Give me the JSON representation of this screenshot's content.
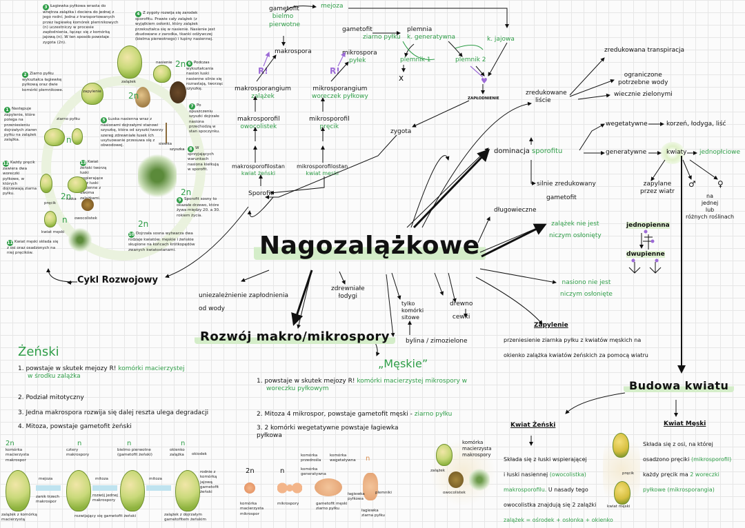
{
  "title": "Nagozalążkowe",
  "cycle": {
    "heading": "Cykl Rozwojowy",
    "steps": [
      {
        "n": "1",
        "text": "Następuje zapylenie, które polega na przeniesieniu dojrzałych ziaren pyłku na zalążek zalążka."
      },
      {
        "n": "2",
        "text": "Ziarno pyłku wykształca łagiewkę pyłkową oraz dwie komórki plemnikowe."
      },
      {
        "n": "3",
        "text": "Łagiewka pyłkowa wrasta do wnętrza zalążka i dociera do jednej z jego rodni. Jedna z transportowanych przez łagiewkę komórek plemnikowych (n) uczestniczy w procesie zapłodnienia, łącząc się z komórką jajową (n). W ten sposób powstaje zygota (2n)."
      },
      {
        "n": "4",
        "text": "Z zygoty rozwija się zarodek sporofitu. Prawie cały zalążek (z wyjątkiem osłonki, który zalążek przekształca się w nasienie. Nasienie jest zbudowane z zarodka, tkanki odżywczej (bielma pierwotnego) i łupiny nasiennej."
      },
      {
        "n": "5",
        "text": "Łuska nasienna wraz z nasionami dojrzałymi stanowi szyszkę, która od szyszki tworzy szereg zdrewniałe łusek ich usytuowanie przesuwa się z obwodowej."
      },
      {
        "n": "6",
        "text": "Podczas wykształcania nasion łuski nasienne silnie się rozrastają, tworząc szyszkę."
      },
      {
        "n": "7",
        "text": "Po opuszczeniu szyszki dojrzałe nasiona przechodzą w stan spoczynku."
      },
      {
        "n": "8",
        "text": "W sprzyjających warunkach nasiona kiełkują w sporofit."
      },
      {
        "n": "9",
        "text": "Sporofit sosny to okazałe drzewo, które żywa między 20. a 30. rokiem życia."
      },
      {
        "n": "10",
        "text": "Dojrzała sosna wytwarza dwa rodzaje kwiatów: męskie i żeńskie skupione na końcach krótkopędów zwanych kwiatostanami."
      },
      {
        "n": "11",
        "text": "Kwiat męski składa się z osi oraz osadzonych na niej pręcików."
      },
      {
        "n": "12",
        "text": "Każdy pręcik zawiera dwa woreczki pyłkowe, w których dojrzewają ziarna pyłku."
      },
      {
        "n": "13",
        "text": "Kwiat żeński tworzą łuski wspierające oraz łuski nasienne z dwoma zalążkami."
      }
    ],
    "labels": [
      "ziarno pyłku",
      "zapylenie",
      "zalążek",
      "nasienie",
      "szyszka",
      "siewka",
      "pręcik",
      "kwiat męski",
      "łuska",
      "owocolistek",
      "2n",
      "2n",
      "2n",
      "2n",
      "2n",
      "n",
      "n"
    ]
  },
  "gen": {
    "gametofit": "gametofit",
    "gametofit_sub": "bielmo pierwotne",
    "meiosis": "mejoza",
    "makrospora": "makrospora",
    "gametofit2": "gametofit",
    "gametofit2_sub": "ziarno pyłku",
    "mikrospora": "mikrospora",
    "mikrospora_sub": "pyłek",
    "plemnia": "plemnia",
    "plemnia_sub": "k. generatywna",
    "kjajowa": "k. jajowa",
    "plemnik1": "plemnik 1",
    "plemnik2": "plemnik 2",
    "x": "x",
    "R1": "R!",
    "R2": "R!",
    "makrosporangium": "makrosporangium",
    "makrosporangium_sub": "zalążek",
    "mikrosporangium": "mikrosporangium",
    "mikrosporangium_sub": "woreczek pyłkowy",
    "makrosporofil": "makrosporofil",
    "makrosporofil_sub": "owocolistek",
    "mikrosporofil": "mikrosporofil",
    "mikrosporofil_sub": "pręcik",
    "makrosporofilostan": "makrosporofilostan",
    "makrosporofilostan_sub": "kwiat żeński",
    "mikrosporofilostan": "mikrosporofilostan",
    "mikrosporofilostan_sub": "kwiat męski",
    "sporofit": "Sporofit",
    "zygota": "zygota",
    "zaplodnienie": "ZAPŁODNIENIE"
  },
  "right": {
    "zredukowane": "zredukowane",
    "lisci": "liście",
    "transpiracja": "zredukowana transpiracja",
    "ograniczone1": "ograniczone",
    "ograniczone2": "potrzebne wody",
    "wiecznie": "wiecznie zielonymi",
    "wegetatywne": "wegetatywne",
    "wegetatywne_res": "korzeń, łodyga, liść",
    "dominacja": "dominacja",
    "sporofitu": "sporofitu",
    "generatywne": "generatywne",
    "kwiaty": "kwiaty",
    "jednoplciowe": "jednopłciowe",
    "silnie": "silnie zredukowany",
    "gametofit": "gametofit",
    "zapylane1": "zapylane",
    "zapylane2": "przez wiatr",
    "na_jednej1": "na",
    "na_jednej2": "jednej",
    "na_jednej3": "lub",
    "na_jednej4": "różnych roślinach",
    "dlugowieczne": "długowieczne",
    "zalazek_nie1": "zalążek nie jest",
    "zalazek_nie2": "niczym osłonięty",
    "jednopienna": "jednopienna",
    "dwupienne": "dwupienne",
    "nasiono_nie1": "nasiono nie jest",
    "nasiono_nie2": "niczym osłonięte",
    "male": "♂",
    "female": "♀"
  },
  "bottom": {
    "niezaleznienie1": "uniezależnienie zapłodnienia",
    "niezaleznienie2": "od wody",
    "zdrewniale1": "zdrewniałe",
    "zdrewniale2": "łodygi",
    "tylko1": "tylko",
    "tylko2": "komórki",
    "tylko3": "sitowe",
    "drewno1": "drewno",
    "drewno2": "cewki",
    "bylina": "bylina / zimozielone",
    "zapylenie_h": "Zapylenie",
    "zapylenie_t1": "przeniesienie ziarnka pyłku z kwiatów męskich na",
    "zapylenie_t2": "okienko zalążka kwiatów żeńskich za pomocą wiatru"
  },
  "rozwoj": {
    "heading": "Rozwój makro/mikrospory",
    "zenskie_h": "Żeński",
    "meskie_h": "„Męskie”",
    "z1a": "1. powstaje w skutek mejozy R!",
    "z1b": "komórki macierzystej",
    "z1c": "w środku zalążka",
    "z2": "2. Podział mitotyczny",
    "z3": "3. Jedna makrospora rozwija się dalej reszta ulega degradacji",
    "z4": "4. Mitoza, powstaje gametofit żeński",
    "m1a": "1. powstaje w skutek mejozy R!",
    "m1b": "komórki macierzystej mikrospory w",
    "m1c": "woreczku pyłkowym",
    "m2a": "2. Mitoza 4 mikrospor, powstaje gametofit męski -",
    "m2b": "ziarno pyłku",
    "m3a": "3. 2 komórki wegetatywne powstaje łagiewka",
    "m3b": "pyłkowa",
    "fig_left": {
      "labels": [
        "2n",
        "n",
        "n",
        "n",
        "komórka macierzysta makrospor",
        "cztery makrospory",
        "bielmo pierwotne (gametofit żeński)",
        "okienko zalążka",
        "okiodek",
        "mejoza",
        "mitoza",
        "mitoza",
        "zanik trzech makrospor",
        "rozwój jednej makrospory",
        "rozwijający się gametofit żeński",
        "zalążek z komórką macierzystą",
        "zalążek z dojrzałym gametofitem żeńskim",
        "rodnie z komórką jajową gametofit żeński"
      ]
    },
    "fig_right": {
      "labels": [
        "2n",
        "n",
        "n",
        "komórka macierzysta mikrospor",
        "mikrospory",
        "gametofit męski ziarno pyłku",
        "łagiewka pyłkowa",
        "łagiewka ziarna pyłku",
        "komórka przedrośla",
        "komórka wegetatywna",
        "komórka generatywna",
        "plemniki"
      ]
    }
  },
  "budowa": {
    "heading": "Budowa kwiatu",
    "zenski_h": "Kwiat Żeński",
    "meski_h": "Kwiat Męski",
    "z1": "Składa się z łuski wspierającej",
    "z2a": "i łuski nasiennej",
    "z2b": "(owocolistka)",
    "z3a": "makrosporofilu.",
    "z3b": "U nasady tego",
    "z4": "owocolistka znajdują się 2 zalążki",
    "z5": "zalążek = ośrodek + osłonka + okienko",
    "m1": "Składa się z osi, na której",
    "m2a": "osadzono pręciki",
    "m2b": "(mikrosporofil)",
    "m3a": "każdy pręcik ma",
    "m3b": "2 woreczki",
    "m4": "pyłkowe (mikrosporangia)",
    "fig_labels": [
      "komórka macierzysta makrospory",
      "zalążek",
      "owocolistek",
      "pręcik",
      "kwiat męski"
    ]
  },
  "colors": {
    "accent": "#2e9d47",
    "purple": "#9c6ad6",
    "highlight": "#d4edc9"
  }
}
